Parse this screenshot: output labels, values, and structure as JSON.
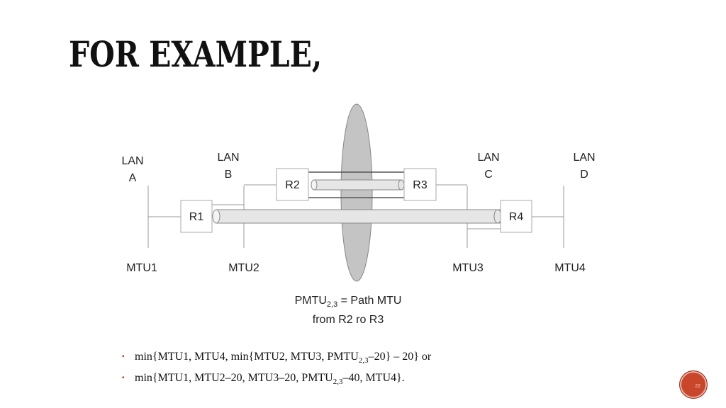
{
  "slide": {
    "title": "FOR EXAMPLE,",
    "page_number": "22"
  },
  "diagram": {
    "lans": [
      {
        "line1": "LAN",
        "line2": "A"
      },
      {
        "line1": "LAN",
        "line2": "B"
      },
      {
        "line1": "LAN",
        "line2": "C"
      },
      {
        "line1": "LAN",
        "line2": "D"
      }
    ],
    "routers": [
      "R1",
      "R2",
      "R3",
      "R4"
    ],
    "mtus": [
      "MTU1",
      "MTU2",
      "MTU3",
      "MTU4"
    ],
    "colors": {
      "lines": "#9a9a9a",
      "ellipse": "#c4c4c4",
      "tunnel": "#e6e6e6",
      "box_border": "#aaaaaa"
    }
  },
  "caption": {
    "prefix": "PMTU",
    "subscript": "2,3",
    "suffix": " = Path MTU",
    "line2": "from R2 ro R3"
  },
  "bullets": [
    {
      "marker": "▪",
      "pre": "min{MTU1, MTU4, min{MTU2, MTU3, PMTU",
      "sub": "2,3",
      "post": "–20} – 20} or"
    },
    {
      "marker": "▪",
      "pre": "min{MTU1, MTU2–20, MTU3–20, PMTU",
      "sub": "2,3",
      "post": "–40, MTU4}."
    }
  ]
}
